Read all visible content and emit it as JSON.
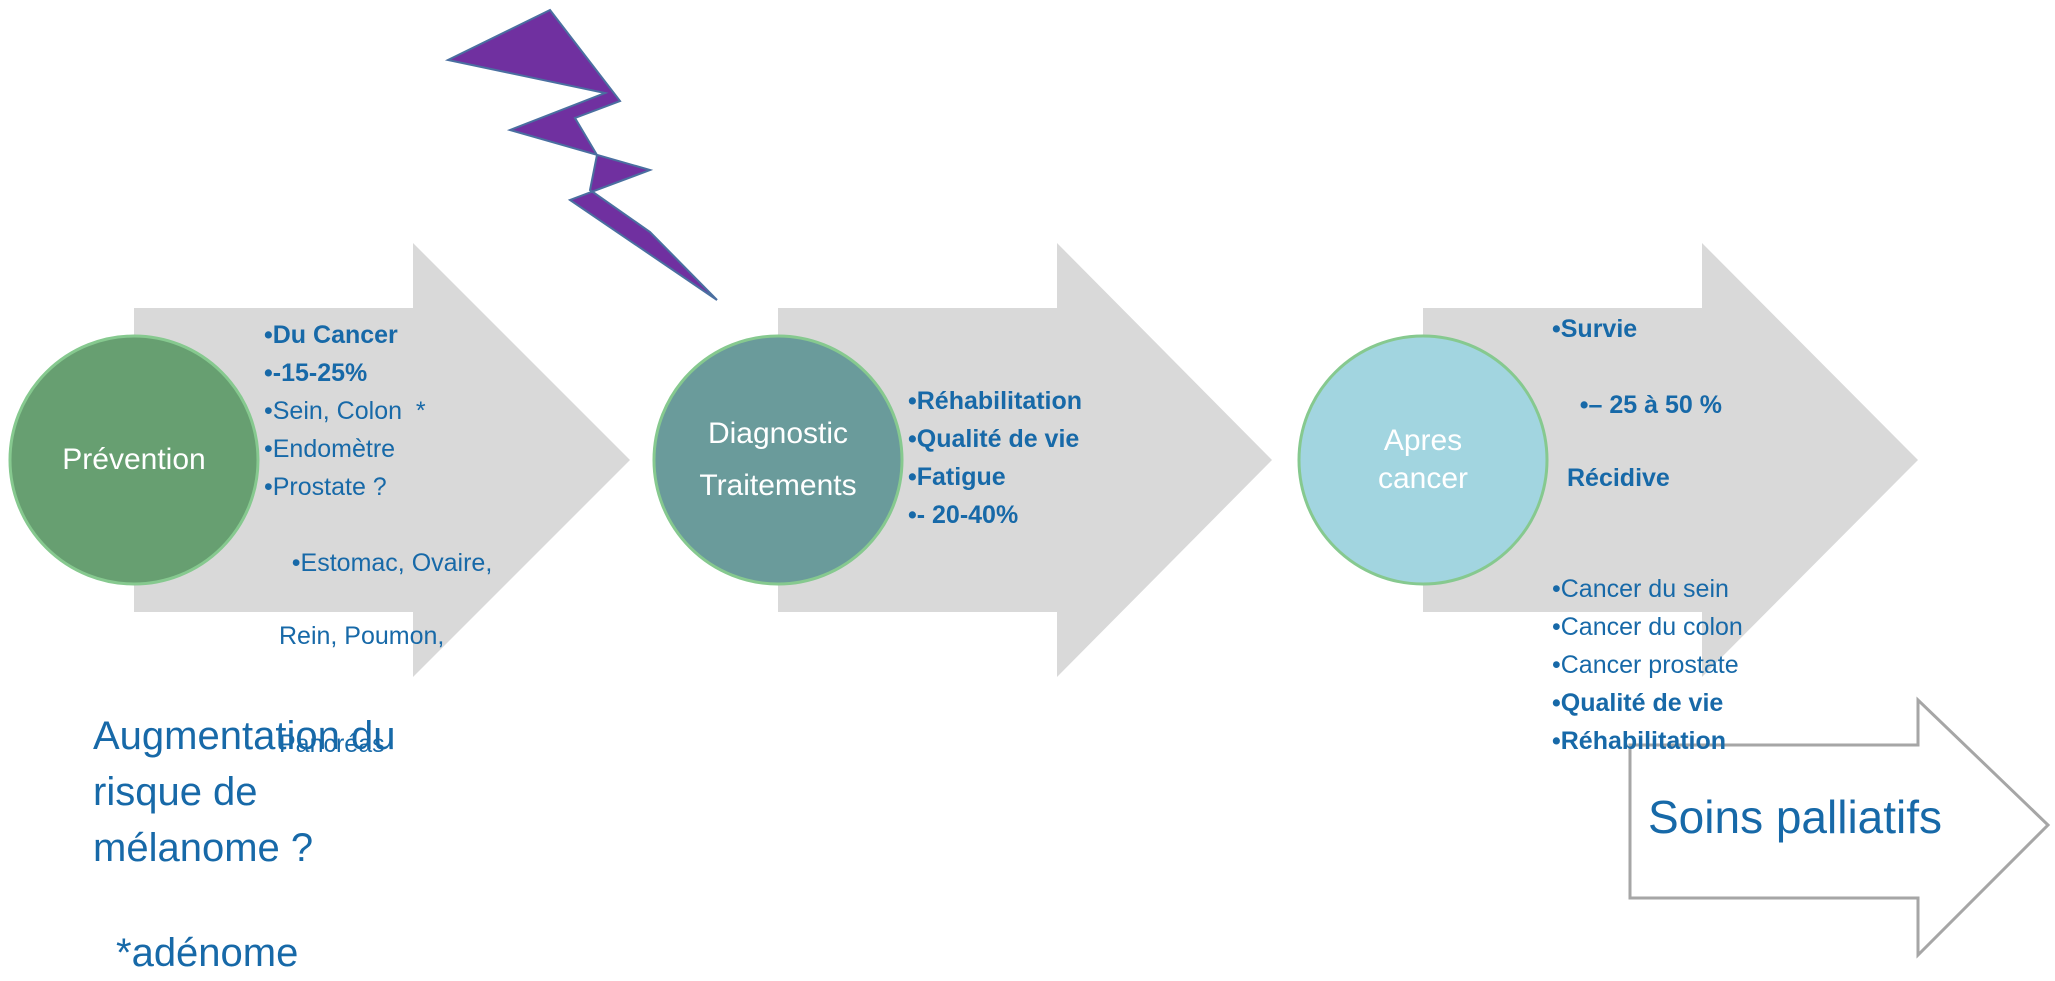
{
  "colors": {
    "arrow_fill": "#d9d9d9",
    "circle_prevention": "#679f71",
    "circle_diagnostic": "#6a9b9b",
    "circle_apres": "#a2d5e0",
    "circle_outline": "#86c98f",
    "lightning": "#7030a0",
    "text_blue": "#1769a8",
    "outline_arrow": "#a6a6a6"
  },
  "stages": [
    {
      "circle_lines": [
        "Prévention"
      ],
      "bullets": [
        {
          "text": "•Du Cancer",
          "bold": true
        },
        {
          "text": "•-15-25%",
          "bold": true
        },
        {
          "text": "•Sein, Colon  *",
          "bold": false
        },
        {
          "text": "•Endomètre",
          "bold": false
        },
        {
          "text": "•Prostate ?",
          "bold": false
        },
        {
          "text": "•Estomac, Ovaire,",
          "cont": [
            "Rein, Poumon,",
            "Pancréas"
          ],
          "bold": false
        }
      ]
    },
    {
      "circle_lines": [
        "Diagnostic",
        "Traitements"
      ],
      "bullets": [
        {
          "text": "•Réhabilitation",
          "bold": true
        },
        {
          "text": "•Qualité de vie",
          "bold": true
        },
        {
          "text": "•Fatigue",
          "bold": true
        },
        {
          "text": "•- 20-40%",
          "bold": true
        }
      ]
    },
    {
      "circle_lines": [
        "Apres",
        "cancer"
      ],
      "bullets": [
        {
          "text": "•Survie",
          "bold": true
        },
        {
          "text": "•– 25 à 50 %",
          "cont": [
            "Récidive"
          ],
          "bold": true
        },
        {
          "text": "•Cancer du sein",
          "bold": false
        },
        {
          "text": "•Cancer du colon",
          "bold": false
        },
        {
          "text": "•Cancer prostate",
          "bold": false
        },
        {
          "text": "•Qualité de vie",
          "bold": true
        },
        {
          "text": "•Réhabilitation",
          "bold": true
        }
      ]
    }
  ],
  "note": {
    "lines": [
      "Augmentation du",
      "risque de",
      "mélanome ?"
    ],
    "footnote": "*adénome"
  },
  "palliative_label": "Soins palliatifs"
}
